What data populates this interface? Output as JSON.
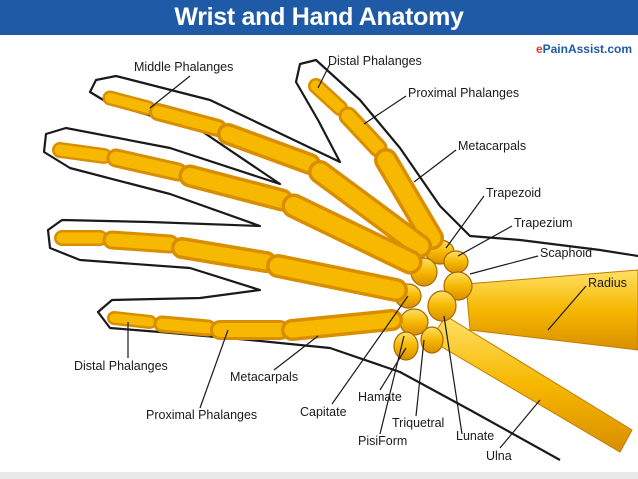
{
  "header": {
    "title": "Wrist and Hand Anatomy"
  },
  "brand": {
    "prefix": "e",
    "name": "PainAssist.com"
  },
  "labels": {
    "middle_phalanges": "Middle Phalanges",
    "distal_phalanges_top": "Distal Phalanges",
    "proximal_phalanges_top": "Proximal Phalanges",
    "metacarpals_top": "Metacarpals",
    "trapezoid": "Trapezoid",
    "trapezium": "Trapezium",
    "scaphoid": "Scaphoid",
    "radius": "Radius",
    "distal_phalanges_bottom": "Distal Phalanges",
    "metacarpals_bottom": "Metacarpals",
    "proximal_phalanges_bottom": "Proximal Phalanges",
    "capitate": "Capitate",
    "hamate": "Hamate",
    "triquetral": "Triquetral",
    "pisiform": "PisiForm",
    "lunate": "Lunate",
    "ulna": "Ulna"
  },
  "colors": {
    "title_bar": "#1f5aa6",
    "bone_fill": "#f6b800",
    "bone_shade": "#d98e00",
    "bone_highlight": "#ffe066",
    "outline": "#1a1a1a"
  }
}
